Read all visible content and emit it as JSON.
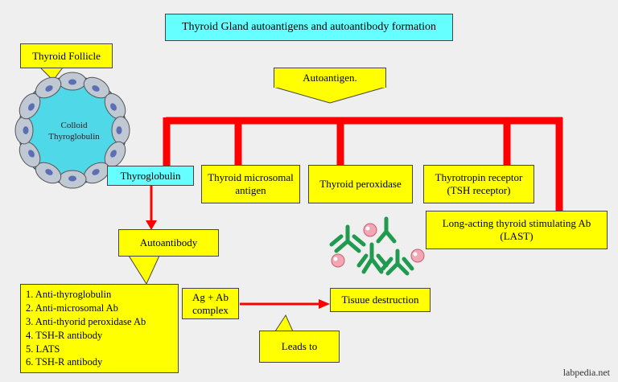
{
  "title": "Thyroid Gland autoantigens and autoantibody formation",
  "callouts": {
    "thyroid_follicle": "Thyroid Follicle",
    "autoantigen": "Autoantigen.",
    "autoantibody": "Autoantibody",
    "leads_to": "Leads to"
  },
  "follicle": {
    "line1": "Colloid",
    "line2": "Thyroglobulin"
  },
  "antigens": {
    "thyroglobulin": "Thyroglobulin",
    "microsomal_line1": "Thyroid microsomal",
    "microsomal_line2": "antigen",
    "peroxidase": "Thyroid peroxidase",
    "thyrotropin_line1": "Thyrotropin receptor",
    "thyrotropin_line2": "(TSH receptor)",
    "last_line1": "Long-acting thyroid stimulating Ab",
    "last_line2": "(LAST)"
  },
  "antibody_list": [
    "1. Anti-thyroglobulin",
    "2. Anti-microsomal Ab",
    "3. Anti-thyorid peroxidase Ab",
    "4. TSH-R antibody",
    "5. LATS",
    "6. TSH-R antibody"
  ],
  "complex_line1": "Ag + Ab",
  "complex_line2": "complex",
  "tissue_destruction": "Tisuue destruction",
  "watermark": "labpedia.net",
  "colors": {
    "yellow": "#ffff00",
    "cyan": "#66ffff",
    "red": "#ff0000",
    "green": "#1f9a4f",
    "pink": "#f4a6b4",
    "cell": "#c0c8d4",
    "nucleus": "#5c6fb5"
  }
}
